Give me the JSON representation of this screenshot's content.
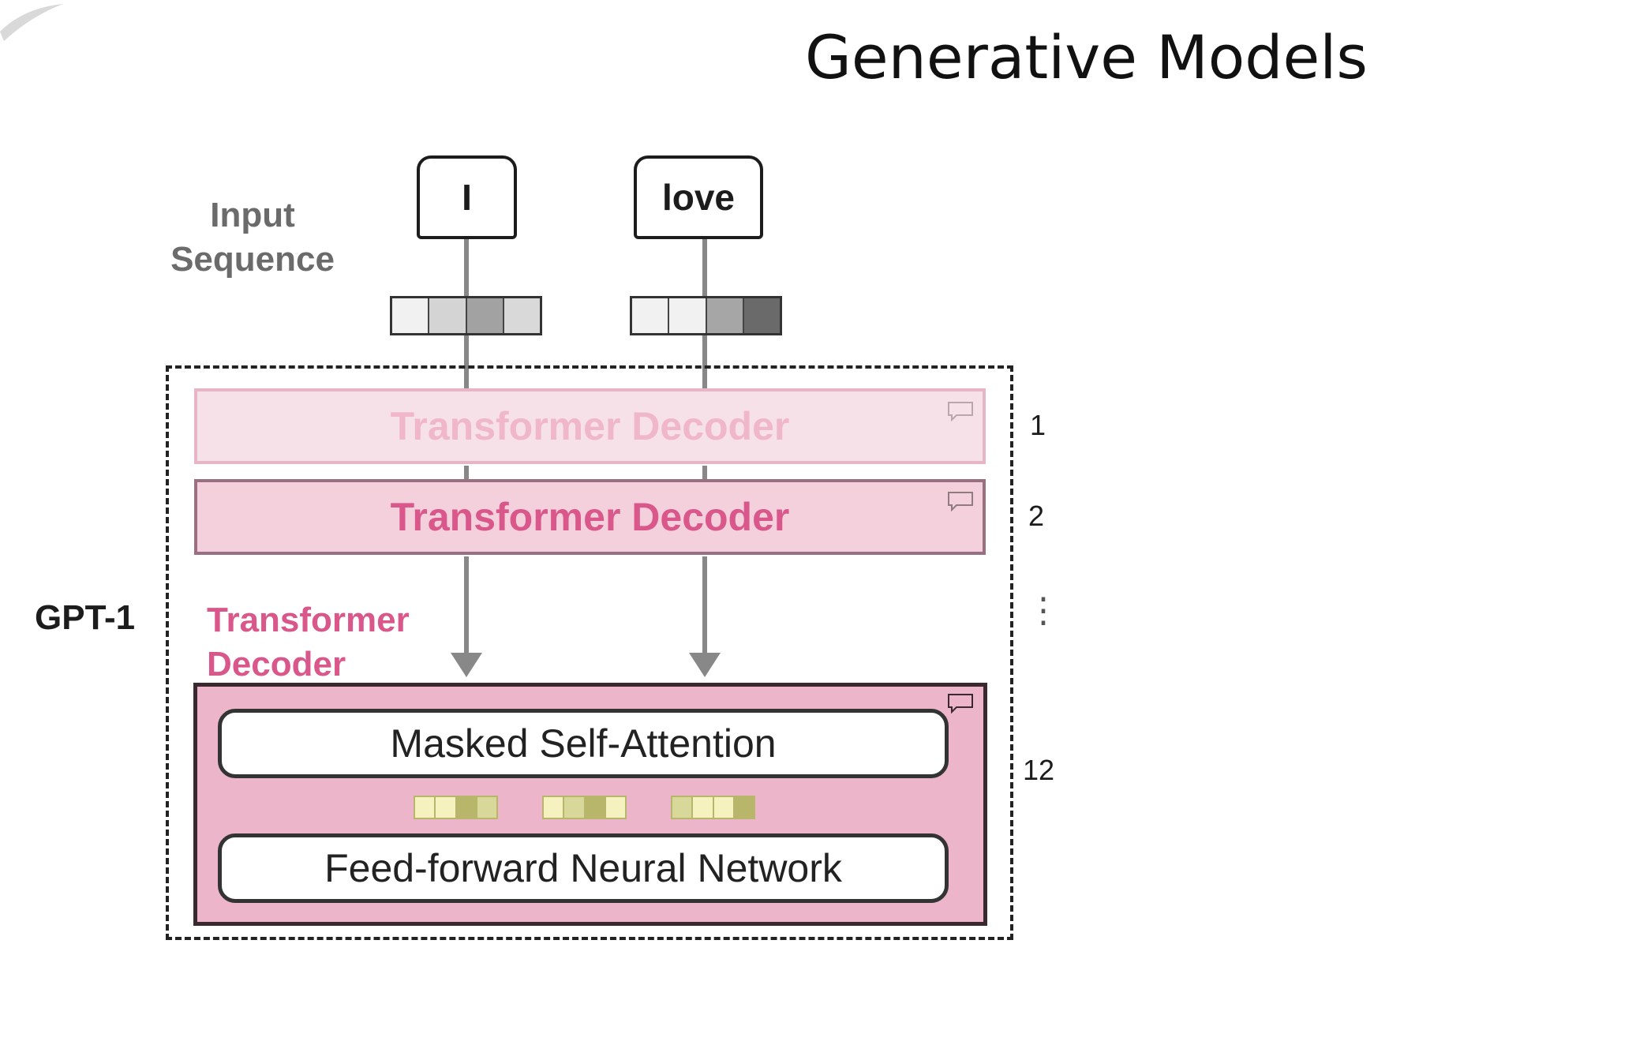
{
  "title": "Generative Models",
  "input_label_line1": "Input",
  "input_label_line2": "Sequence",
  "tokens": [
    "I",
    "love"
  ],
  "decoder_layers": [
    {
      "label": "Transformer Decoder",
      "number": "1"
    },
    {
      "label": "Transformer Decoder",
      "number": "2"
    }
  ],
  "ellipsis": "⋮",
  "model_label": "GPT-1",
  "expanded_label_line1": "Transformer",
  "expanded_label_line2": "Decoder",
  "expanded_number": "12",
  "attention_label": "Masked Self-Attention",
  "ffnn_label": "Feed-forward Neural Network",
  "colors": {
    "decoder_faded_fill": "#f7e1e9",
    "decoder_faded_text": "#f0b6c9",
    "decoder_fill": "#f3d0dc",
    "decoder_text": "#d9578a",
    "expanded_fill": "#edb5ca",
    "arrow": "#888888"
  },
  "icons": [
    "comment-icon",
    "arrow-down-icon"
  ]
}
